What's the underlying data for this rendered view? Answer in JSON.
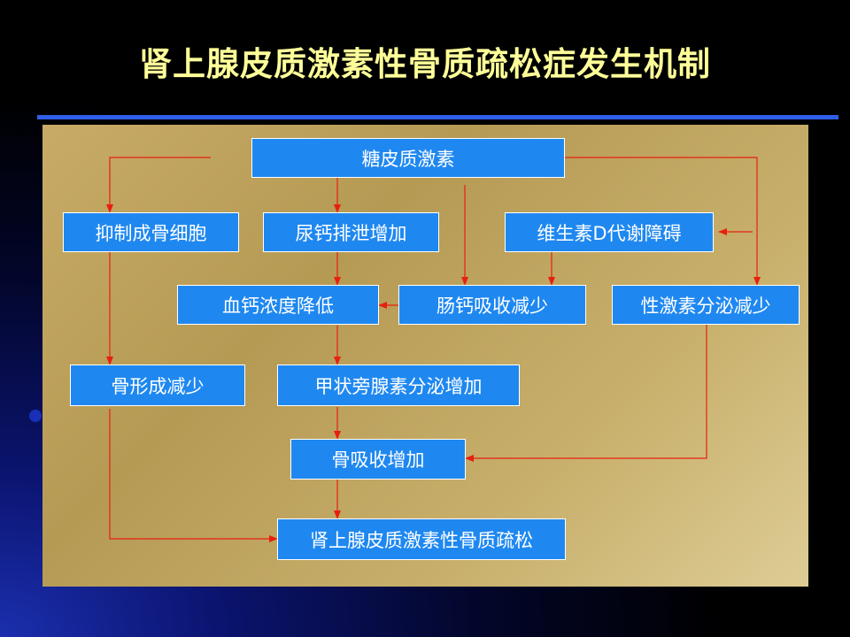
{
  "title": "肾上腺皮质激素性骨质疏松症发生机制",
  "colors": {
    "title_text": "#ffff99",
    "rule": "#2f5fe8",
    "box_fill": "#1f88f0",
    "box_border": "#ffffff",
    "arrow": "#e8200e"
  },
  "nodes": {
    "glucocorticoid": "糖皮质激素",
    "inhibit_osteoblast": "抑制成骨细胞",
    "urinary_calcium_up": "尿钙排泄增加",
    "vitd_metabolism": "维生素D代谢障碍",
    "blood_calcium_down": "血钙浓度降低",
    "intestinal_calcium_down": "肠钙吸收减少",
    "sex_hormone_down": "性激素分泌减少",
    "bone_formation_down": "骨形成减少",
    "pth_up": "甲状旁腺素分泌增加",
    "bone_resorption_up": "骨吸收增加",
    "outcome": "肾上腺皮质激素性骨质疏松"
  }
}
